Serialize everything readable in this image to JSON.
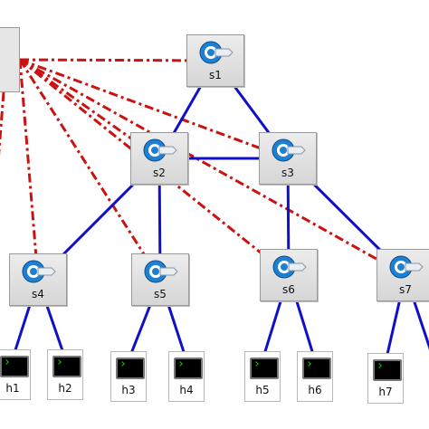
{
  "colors": {
    "data_link": "#1010c8",
    "control_link": "#cc1111"
  },
  "switches": [
    {
      "id": "s1",
      "label": "s1"
    },
    {
      "id": "s2",
      "label": "s2"
    },
    {
      "id": "s3",
      "label": "s3"
    },
    {
      "id": "s4",
      "label": "s4"
    },
    {
      "id": "s5",
      "label": "s5"
    },
    {
      "id": "s6",
      "label": "s6"
    },
    {
      "id": "s7",
      "label": "s7"
    }
  ],
  "hosts": [
    {
      "id": "h1",
      "label": "h1"
    },
    {
      "id": "h2",
      "label": "h2"
    },
    {
      "id": "h3",
      "label": "h3"
    },
    {
      "id": "h4",
      "label": "h4"
    },
    {
      "id": "h5",
      "label": "h5"
    },
    {
      "id": "h6",
      "label": "h6"
    },
    {
      "id": "h7",
      "label": "h7"
    }
  ],
  "data_links": [
    [
      "s1",
      "s2"
    ],
    [
      "s1",
      "s3"
    ],
    [
      "s2",
      "s3"
    ],
    [
      "s2",
      "s4"
    ],
    [
      "s2",
      "s5"
    ],
    [
      "s3",
      "s6"
    ],
    [
      "s3",
      "s7"
    ],
    [
      "s4",
      "h1"
    ],
    [
      "s4",
      "h2"
    ],
    [
      "s5",
      "h3"
    ],
    [
      "s5",
      "h4"
    ],
    [
      "s6",
      "h5"
    ],
    [
      "s6",
      "h6"
    ],
    [
      "s7",
      "h7"
    ]
  ],
  "control_links": [
    "s1",
    "s2",
    "s3",
    "s4",
    "s5",
    "s6",
    "s7"
  ]
}
